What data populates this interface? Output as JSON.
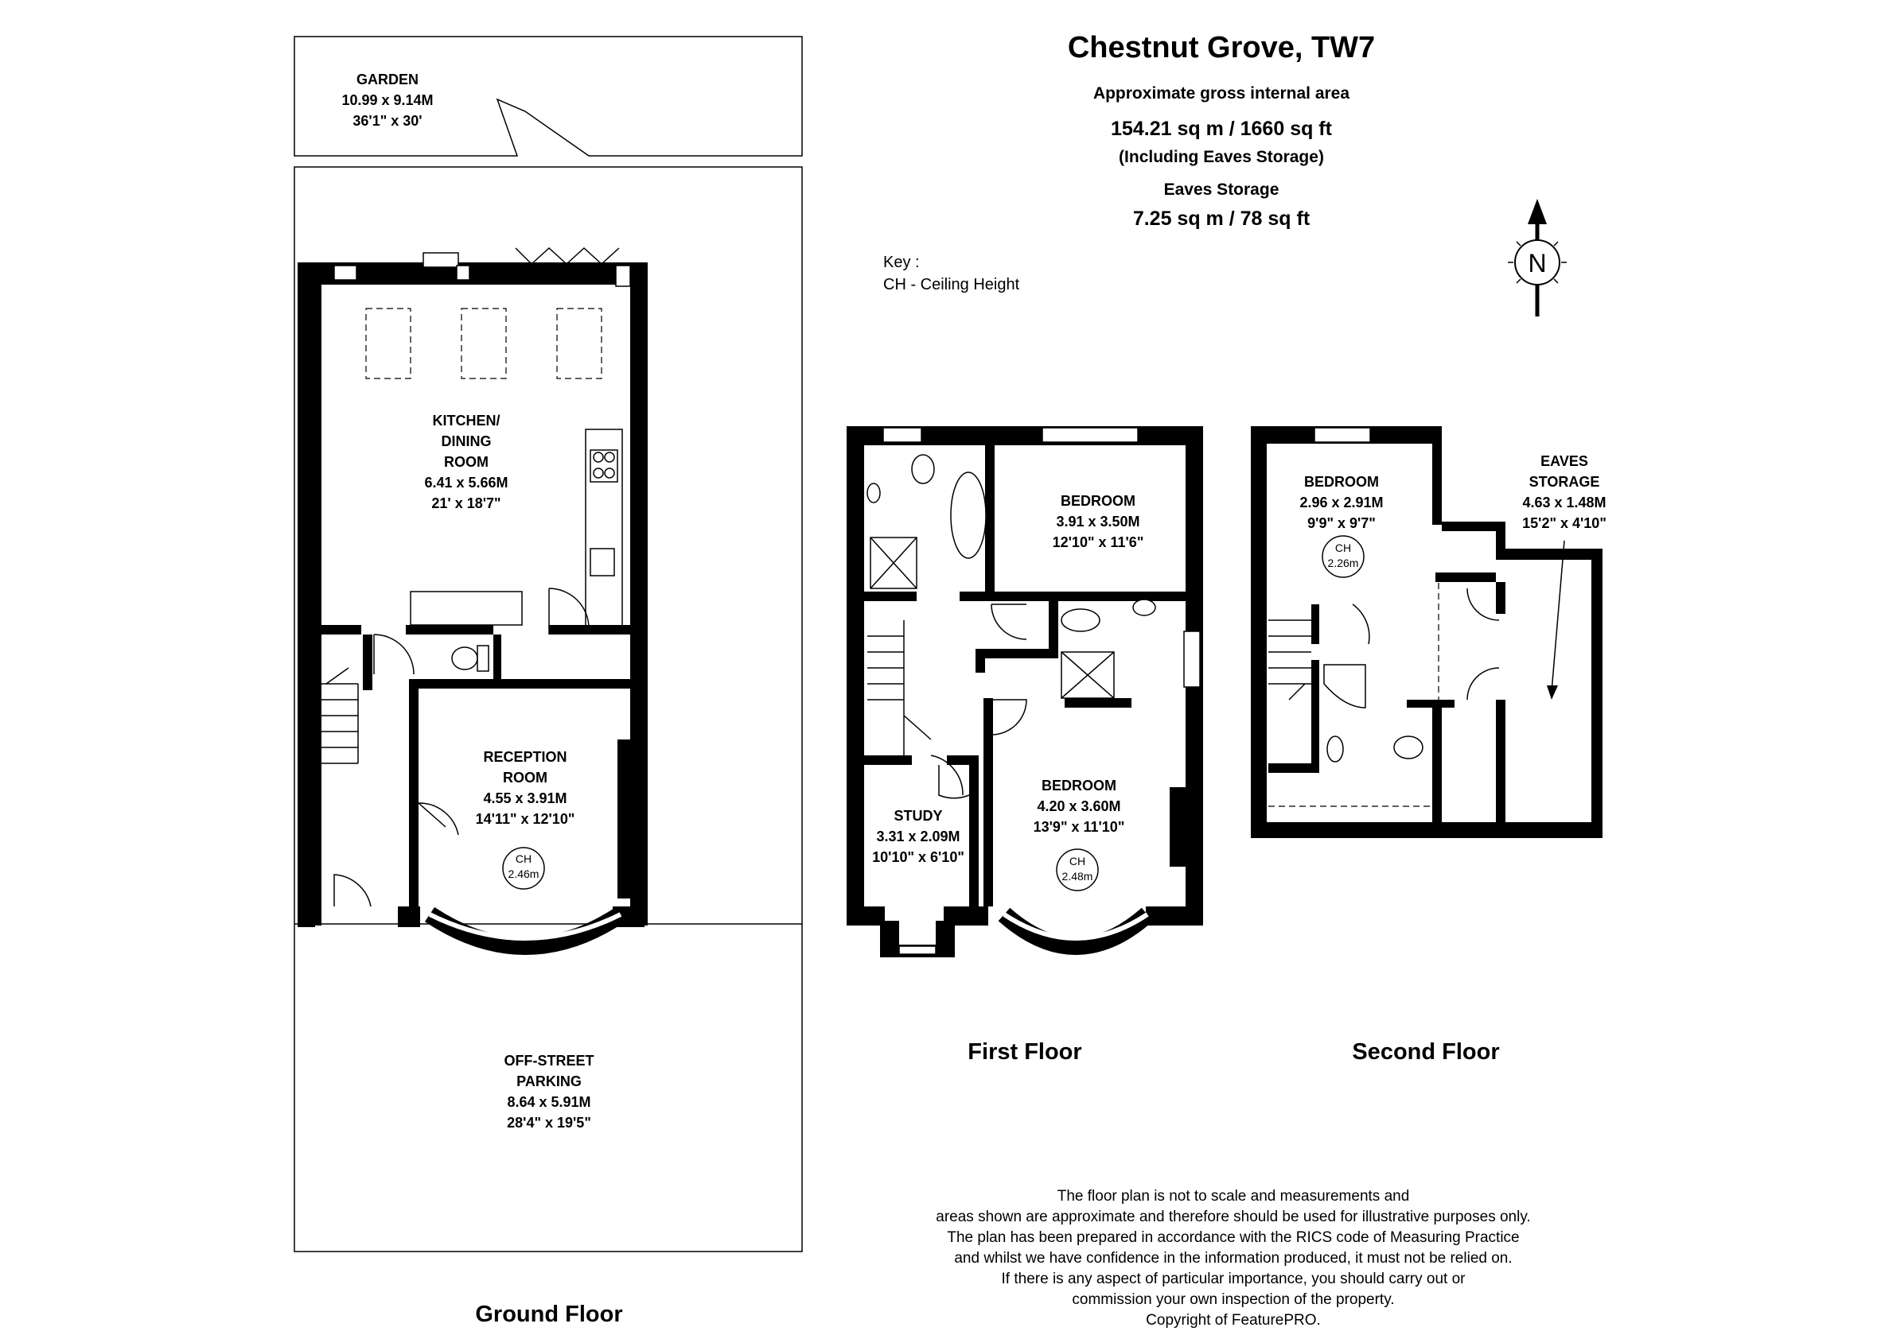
{
  "header": {
    "title": "Chestnut Grove, TW7",
    "area_label": "Approximate gross internal area",
    "area_value": "154.21 sq m / 1660 sq ft",
    "area_note": "(Including Eaves Storage)",
    "eaves_label": "Eaves Storage",
    "eaves_value": "7.25 sq m / 78 sq ft"
  },
  "key": {
    "title": "Key :",
    "line1": "CH - Ceiling Height"
  },
  "compass": {
    "letter": "N"
  },
  "ground_floor": {
    "label": "Ground Floor",
    "garden": {
      "name": "GARDEN",
      "metric": "10.99 x 9.14M",
      "imperial": "36'1\" x 30'"
    },
    "kitchen": {
      "name1": "KITCHEN/",
      "name2": "DINING",
      "name3": "ROOM",
      "metric": "6.41 x 5.66M",
      "imperial": "21' x 18'7\""
    },
    "reception": {
      "name1": "RECEPTION",
      "name2": "ROOM",
      "metric": "4.55 x 3.91M",
      "imperial": "14'11\" x 12'10\"",
      "ch_label": "CH",
      "ch_value": "2.46m"
    },
    "parking": {
      "name1": "OFF-STREET",
      "name2": "PARKING",
      "metric": "8.64 x 5.91M",
      "imperial": "28'4\" x 19'5\""
    }
  },
  "first_floor": {
    "label": "First Floor",
    "bedroom_rear": {
      "name": "BEDROOM",
      "metric": "3.91 x 3.50M",
      "imperial": "12'10\" x 11'6\""
    },
    "bedroom_front": {
      "name": "BEDROOM",
      "metric": "4.20 x 3.60M",
      "imperial": "13'9\" x 11'10\"",
      "ch_label": "CH",
      "ch_value": "2.48m"
    },
    "study": {
      "name": "STUDY",
      "metric": "3.31 x 2.09M",
      "imperial": "10'10\" x 6'10\""
    }
  },
  "second_floor": {
    "label": "Second Floor",
    "bedroom": {
      "name": "BEDROOM",
      "metric": "2.96 x 2.91M",
      "imperial": "9'9\" x 9'7\"",
      "ch_label": "CH",
      "ch_value": "2.26m"
    },
    "eaves": {
      "name1": "EAVES",
      "name2": "STORAGE",
      "metric": "4.63 x 1.48M",
      "imperial": "15'2\" x 4'10\""
    }
  },
  "disclaimer": [
    "The floor plan is not to scale and measurements and",
    "areas shown are approximate and therefore should be used for illustrative purposes only.",
    "The plan has been prepared in accordance with the RICS code of Measuring Practice",
    "and whilst we have confidence in the information produced, it must not be relied on.",
    "If there is any aspect of particular importance, you should carry out or",
    "commission your own inspection of the property.",
    "Copyright of FeaturePRO."
  ]
}
